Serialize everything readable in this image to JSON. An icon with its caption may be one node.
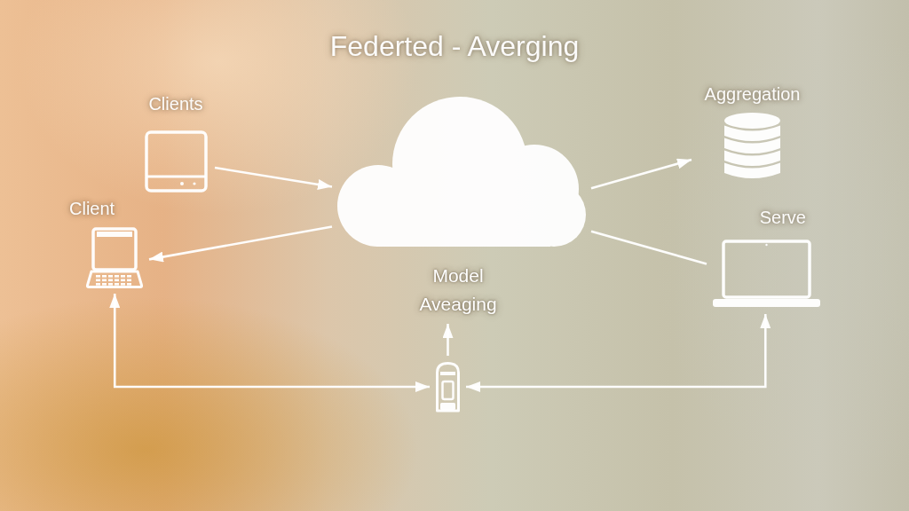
{
  "diagram": {
    "title": "Federted - Averging",
    "nodes": [
      {
        "text": [
          "Clients"
        ]
      },
      {
        "text": [
          "Client"
        ]
      },
      {
        "text": [],
        "shape": "cloud"
      },
      {
        "text": [
          "Aggregation"
        ]
      },
      {
        "text": [
          "Serve"
        ]
      },
      {
        "text": [
          "Model Aveaging"
        ]
      },
      {
        "text": [],
        "shape": "picture"
      }
    ],
    "edges": [
      {
        "from": 0,
        "to": 2,
        "arrow": "to"
      },
      {
        "from": 2,
        "to": 1,
        "arrow": "to"
      },
      {
        "from": 2,
        "to": 3,
        "arrow": "to"
      },
      {
        "from": 2,
        "to": 4,
        "arrow": "none"
      },
      {
        "from": 6,
        "to": 5,
        "arrow": "to"
      },
      {
        "from": 1,
        "to": 6,
        "arrow": "both"
      },
      {
        "from": 4,
        "to": 6,
        "arrow": "both"
      }
    ]
  }
}
